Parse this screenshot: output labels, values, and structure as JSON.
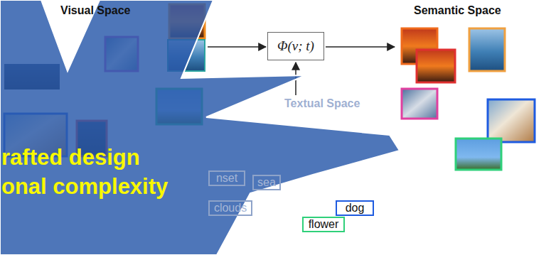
{
  "diagram": {
    "nodes": [
      {
        "text": [
          "Φ(v; t)"
        ]
      },
      {
        "text": [
          "nset"
        ]
      },
      {
        "text": [
          "sea"
        ]
      },
      {
        "text": [
          "clouds"
        ]
      },
      {
        "text": [
          "dog"
        ]
      },
      {
        "text": [
          "flower"
        ]
      }
    ],
    "labels": [
      "Visual Space",
      "Semantic Space",
      "Textual Space",
      "rafted design",
      "onal complexity"
    ]
  }
}
